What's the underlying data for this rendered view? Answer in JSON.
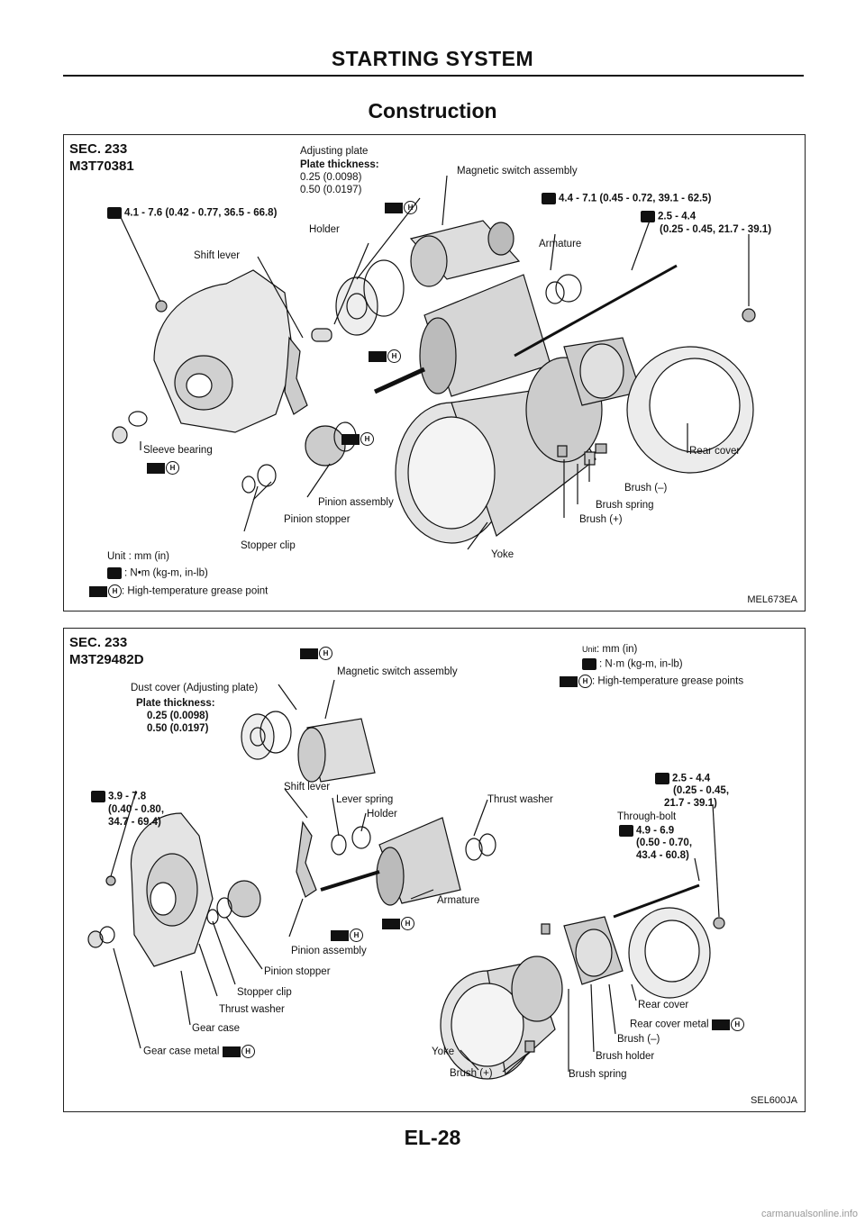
{
  "header": {
    "section_title": "STARTING SYSTEM",
    "page_title": "Construction",
    "page_number": "EL-28"
  },
  "watermark": "carmanualsonline.info",
  "diagram1": {
    "sec": "SEC. 233",
    "model": "M3T70381",
    "code": "MEL673EA",
    "labels": {
      "adjusting_plate": "Adjusting plate",
      "plate_thickness": "Plate thickness:",
      "thick1": "0.25 (0.0098)",
      "thick2": "0.50 (0.0197)",
      "magnetic_switch": "Magnetic switch assembly",
      "torque_rear": "4.4 - 7.1 (0.45 - 0.72, 39.1 - 62.5)",
      "torque_small_1": "2.5 - 4.4",
      "torque_small_2": "(0.25 - 0.45, 21.7 - 39.1)",
      "torque_front": "4.1 - 7.6 (0.42 - 0.77, 36.5 - 66.8)",
      "holder": "Holder",
      "shift_lever": "Shift lever",
      "armature": "Armature",
      "sleeve_bearing": "Sleeve bearing",
      "rear_cover": "Rear cover",
      "brush_minus": "Brush (–)",
      "brush_spring": "Brush spring",
      "brush_plus": "Brush (+)",
      "pinion_assembly": "Pinion assembly",
      "pinion_stopper": "Pinion stopper",
      "stopper_clip": "Stopper clip",
      "yoke": "Yoke",
      "unit": "Unit : mm (in)",
      "nm": ": N•m (kg-m, in-lb)",
      "grease": ": High-temperature grease point"
    }
  },
  "diagram2": {
    "sec": "SEC. 233",
    "model": "M3T29482D",
    "code": "SEL600JA",
    "labels": {
      "unit_word": "Unit",
      "unit_val": ": mm (in)",
      "nm": ": N·m (kg-m, in-lb)",
      "grease": ": High-temperature grease points",
      "magnetic_switch": "Magnetic switch assembly",
      "dust_cover": "Dust cover (Adjusting plate)",
      "plate_thickness": "Plate thickness:",
      "thick1": "0.25 (0.0098)",
      "thick2": "0.50 (0.0197)",
      "torque_front_1": "3.9 - 7.8",
      "torque_front_2": "(0.40 - 0.80,",
      "torque_front_3": "34.7 - 69.4)",
      "shift_lever": "Shift lever",
      "lever_spring": "Lever spring",
      "holder": "Holder",
      "thrust_washer_top": "Thrust washer",
      "torque_rear_1": "2.5 - 4.4",
      "torque_rear_2": "(0.25 - 0.45,",
      "torque_rear_3": "21.7 - 39.1)",
      "through_bolt": "Through-bolt",
      "torque_bolt_1": "4.9 - 6.9",
      "torque_bolt_2": "(0.50 - 0.70,",
      "torque_bolt_3": "43.4 - 60.8)",
      "armature": "Armature",
      "pinion_assembly": "Pinion assembly",
      "pinion_stopper": "Pinion stopper",
      "stopper_clip": "Stopper clip",
      "thrust_washer": "Thrust washer",
      "gear_case": "Gear case",
      "gear_case_metal": "Gear case metal",
      "rear_cover": "Rear cover",
      "rear_cover_metal": "Rear cover metal",
      "brush_minus": "Brush (–)",
      "brush_holder": "Brush holder",
      "brush_spring": "Brush spring",
      "yoke": "Yoke",
      "brush_plus": "Brush (+)"
    }
  }
}
